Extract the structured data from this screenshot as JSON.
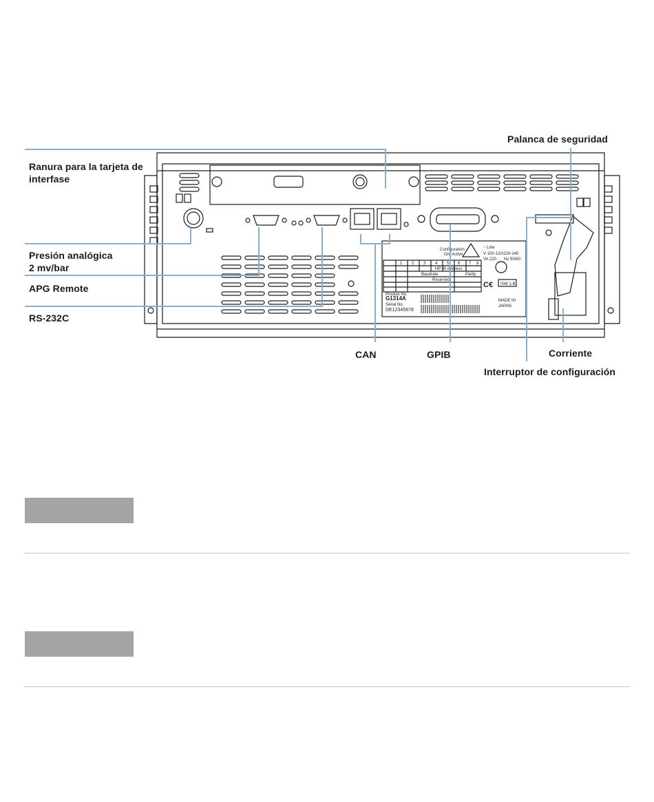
{
  "diagram": {
    "callouts": {
      "slot": "Ranura para la tarjeta de\ninterfase",
      "analog": "Presión analógica\n2 mv/bar",
      "apg": "APG Remote",
      "rs232": "RS-232C",
      "can": "CAN",
      "gpib": "GPIB",
      "safety": "Palanca de seguridad",
      "power": "Corriente",
      "config": "Interruptor de configuración"
    },
    "device_label": {
      "line": "~ Line",
      "voltage": "V 100-120/220-240",
      "va": "VA 220",
      "hz": "Hz 50/60",
      "config_switch": "Configuration",
      "on_active": "On: Active",
      "columns": [
        "1",
        "2",
        "3",
        "4",
        "5",
        "6",
        "7",
        "8"
      ],
      "hpib_address": "HP-IB Address",
      "baudrate": "Baudrate",
      "parity": "Parity",
      "reserved": "Reserved",
      "product_no_label": "Product No.",
      "product_no": "G1314A",
      "serial_no_label": "Serial No.",
      "serial_no": "DE12345678",
      "made_in": "MADE IN",
      "country": "JAPAN",
      "ism": "ISM 1-B"
    }
  },
  "colors": {
    "leader": "#8aaed0",
    "device": "#1a1a1a",
    "separator": "#c4c4c4",
    "block": "#a5a5a5"
  }
}
